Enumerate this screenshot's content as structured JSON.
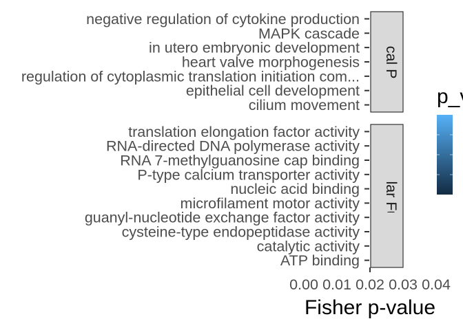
{
  "chart_data": {
    "type": "bar",
    "orientation": "horizontal",
    "xlabel": "Fisher p-value",
    "x_tick_labels": [
      "0.00",
      "0.01",
      "0.02",
      "0.03",
      "0.04"
    ],
    "legend": {
      "title": "p_value",
      "colors": [
        "#56B1F7",
        "#132B43"
      ],
      "placement": "right"
    },
    "facets": [
      {
        "strip": "Biological Process",
        "categories": [
          "negative regulation of cytokine production",
          "MAPK cascade",
          "in utero embryonic development",
          "heart valve morphogenesis",
          "regulation of cytoplasmic translation initiation com...",
          "epithelial cell development",
          "cilium movement"
        ]
      },
      {
        "strip": "Molecular Function",
        "categories": [
          "translation elongation factor activity",
          "RNA-directed DNA polymerase activity",
          "RNA 7-methylguanosine cap binding",
          "P-type calcium transporter activity",
          "nucleic acid binding",
          "microfilament motor activity",
          "guanyl-nucleotide exchange factor activity",
          "cysteine-type endopeptidase activity",
          "catalytic activity",
          "ATP binding"
        ]
      }
    ]
  }
}
